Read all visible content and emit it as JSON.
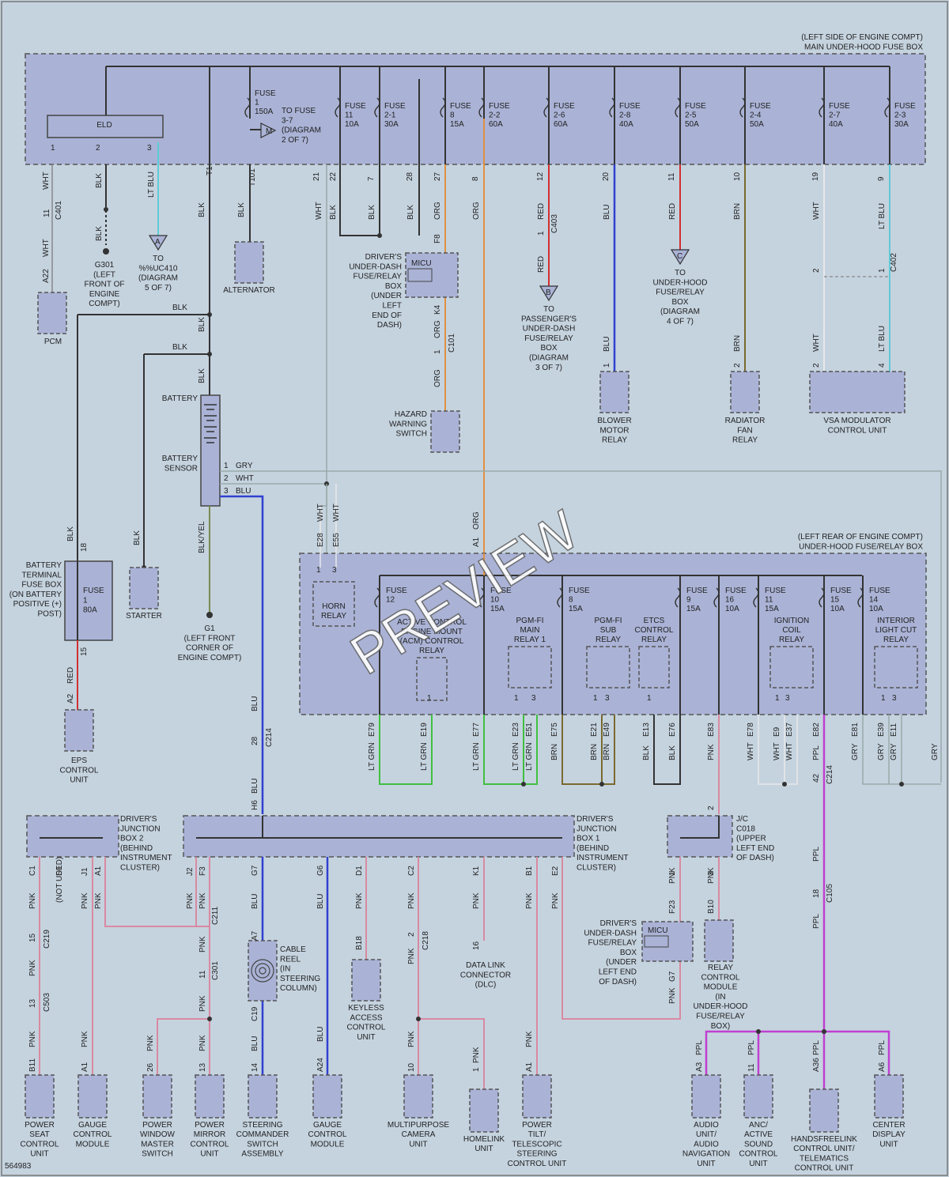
{
  "watermark": "PREVIEW",
  "doc_id": "564983",
  "boxes": {
    "main_fuse": "(LEFT SIDE OF ENGINE COMPT)|MAIN UNDER-HOOD FUSE BOX",
    "rear_fuse": "(LEFT REAR OF ENGINE COMPT)|UNDER-HOOD FUSE/RELAY BOX",
    "djb2": "DRIVER'S|JUNCTION|BOX 2|(BEHIND|INSTRUMENT|CLUSTER)",
    "djb1": "DRIVER'S|JUNCTION|BOX 1|(BEHIND|INSTRUMENT|CLUSTER)",
    "jc": "J/C|C018|(UPPER|LEFT END|OF DASH)"
  },
  "main_fuses": [
    {
      "label": "FUSE|1|150A"
    },
    {
      "label": "FUSE|11|10A"
    },
    {
      "label": "FUSE|2-1|30A"
    },
    {
      "label": "FUSE|8|15A"
    },
    {
      "label": "FUSE|2-2|60A"
    },
    {
      "label": "FUSE|2-6|60A"
    },
    {
      "label": "FUSE|2-8|40A"
    },
    {
      "label": "FUSE|2-5|50A"
    },
    {
      "label": "FUSE|2-4|50A"
    },
    {
      "label": "FUSE|2-7|40A"
    },
    {
      "label": "FUSE|2-3|30A"
    }
  ],
  "rear_fuses": [
    {
      "label": "FUSE|12"
    },
    {
      "label": "FUSE|10|15A"
    },
    {
      "label": "FUSE|8|15A"
    },
    {
      "label": "FUSE|9|15A"
    },
    {
      "label": "FUSE|16|10A"
    },
    {
      "label": "FUSE|11|15A"
    },
    {
      "label": "FUSE|15|10A"
    },
    {
      "label": "FUSE|14|10A"
    }
  ],
  "rear_relays": [
    {
      "label": "HORN|RELAY"
    },
    {
      "label": "ACTIVE CONTROL|ENGINE MOUNT|(ACM) CONTROL|RELAY"
    },
    {
      "label": "PGM-FI|MAIN|RELAY 1"
    },
    {
      "label": "PGM-FI|SUB|RELAY"
    },
    {
      "label": "ETCS|CONTROL|RELAY"
    },
    {
      "label": "IGNITION|COIL|RELAY"
    },
    {
      "label": "INTERIOR|LIGHT CUT|RELAY"
    }
  ],
  "top_labels": {
    "eld": "ELD",
    "to_fuse": "TO FUSE|3-7|(DIAGRAM|2 OF 7)",
    "pcm": "PCM",
    "g301": "G301|(LEFT|FRONT OF|ENGINE|COMPT)",
    "to_uc410": "TO|%%UC410|(DIAGRAM|5 OF 7)",
    "alternator": "ALTERNATOR",
    "driver_dash_box": "DRIVER'S|UNDER-DASH|FUSE/RELAY|BOX|(UNDER|LEFT|END OF|DASH)",
    "micu": "MICU",
    "hazard": "HAZARD|WARNING|SWITCH",
    "to_passenger": "TO|PASSENGER'S|UNDER-DASH|FUSE/RELAY|BOX|(DIAGRAM|3 OF 7)",
    "blower": "BLOWER|MOTOR|RELAY",
    "to_underhood": "TO|UNDER-HOOD|FUSE/RELAY|BOX|(DIAGRAM|4 OF 7)",
    "radiator": "RADIATOR|FAN|RELAY",
    "vsa": "VSA MODULATOR|CONTROL UNIT",
    "battery": "BATTERY",
    "battery_sensor": "BATTERY|SENSOR",
    "starter": "STARTER",
    "g1": "G1|(LEFT FRONT|CORNER OF|ENGINE COMPT)",
    "btfb": "BATTERY|TERMINAL|FUSE BOX|(ON BATTERY|POSITIVE (+)|POST)",
    "btfb_fuse": "FUSE|1|80A",
    "eps": "EPS|CONTROL|UNIT",
    "conn_a": "A",
    "conn_b": "B",
    "conn_c": "C",
    "conn_m": "M"
  },
  "bottom_labels": {
    "cable_reel": "CABLE|REEL|(IN|STEERING|COLUMN)",
    "keyless": "KEYLESS|ACCESS|CONTROL|UNIT",
    "dlc": "DATA LINK|CONNECTOR|(DLC)",
    "driver_dash_box2": "DRIVER'S|UNDER-DASH|FUSE/RELAY|BOX|(UNDER|LEFT END|OF DASH)",
    "micu2": "MICU",
    "relay_ctrl": "RELAY|CONTROL|MODULE|(IN|UNDER-HOOD|FUSE/RELAY|BOX)",
    "not_used": "(NOT USED)"
  },
  "bottom_components": [
    {
      "label": "POWER|SEAT|CONTROL|UNIT"
    },
    {
      "label": "GAUGE|CONTROL|MODULE"
    },
    {
      "label": "POWER|WINDOW|MASTER|SWITCH"
    },
    {
      "label": "POWER|MIRROR|CONTROL|UNIT"
    },
    {
      "label": "STEERING|COMMANDER|SWITCH|ASSEMBLY"
    },
    {
      "label": "GAUGE|CONTROL|MODULE"
    },
    {
      "label": "MULTIPURPOSE|CAMERA|UNIT"
    },
    {
      "label": "HOMELINK|UNIT"
    },
    {
      "label": "POWER|TILT/|TELESCOPIC|STEERING|CONTROL UNIT"
    },
    {
      "label": "AUDIO|UNIT/|AUDIO|NAVIGATION|UNIT"
    },
    {
      "label": "ANC/|ACTIVE|SOUND|CONTROL|UNIT"
    },
    {
      "label": "HANDSFREELINK|CONTROL UNIT/|TELEMATICS|CONTROL UNIT"
    },
    {
      "label": "CENTER|DISPLAY|UNIT"
    }
  ],
  "wire_labels": [
    {
      "t": "WHT"
    },
    {
      "t": "BLK"
    },
    {
      "t": "LT BLU"
    },
    {
      "t": "BLK"
    },
    {
      "t": "BLK"
    },
    {
      "t": "WHT"
    },
    {
      "t": "BLK"
    },
    {
      "t": "BLK"
    },
    {
      "t": "BLK"
    },
    {
      "t": "ORG"
    },
    {
      "t": "ORG"
    },
    {
      "t": "RED"
    },
    {
      "t": "BLU"
    },
    {
      "t": "RED"
    },
    {
      "t": "BRN"
    },
    {
      "t": "WHT"
    },
    {
      "t": "LT BLU"
    },
    {
      "t": "WHT"
    },
    {
      "t": "BLK"
    },
    {
      "t": "RED"
    },
    {
      "t": "ORG"
    },
    {
      "t": "ORG"
    },
    {
      "t": "BLU"
    },
    {
      "t": "BRN"
    },
    {
      "t": "WHT"
    },
    {
      "t": "LT BLU"
    },
    {
      "t": "BLK"
    },
    {
      "t": "BLK"
    },
    {
      "t": "BLK"
    },
    {
      "t": "BLK"
    },
    {
      "t": "BLK"
    },
    {
      "t": "BLK/YEL"
    },
    {
      "t": "RED"
    },
    {
      "t": "GRY"
    },
    {
      "t": "WHT"
    },
    {
      "t": "BLU"
    },
    {
      "t": "WHT"
    },
    {
      "t": "WHT"
    },
    {
      "t": "ORG"
    },
    {
      "t": "BLU"
    },
    {
      "t": "BLU"
    },
    {
      "t": "LT GRN"
    },
    {
      "t": "LT GRN"
    },
    {
      "t": "LT GRN"
    },
    {
      "t": "LT GRN"
    },
    {
      "t": "LT GRN"
    },
    {
      "t": "BRN"
    },
    {
      "t": "BRN"
    },
    {
      "t": "BRN"
    },
    {
      "t": "BLK"
    },
    {
      "t": "BLK"
    },
    {
      "t": "PNK"
    },
    {
      "t": "WHT"
    },
    {
      "t": "WHT"
    },
    {
      "t": "WHT"
    },
    {
      "t": "PPL"
    },
    {
      "t": "GRY"
    },
    {
      "t": "GRY"
    },
    {
      "t": "GRY"
    },
    {
      "t": "GRY"
    },
    {
      "t": "PNK"
    },
    {
      "t": "PNK"
    },
    {
      "t": "PNK"
    },
    {
      "t": "PNK"
    },
    {
      "t": "PNK"
    },
    {
      "t": "PNK"
    },
    {
      "t": "BLU"
    },
    {
      "t": "BLU"
    },
    {
      "t": "PNK"
    },
    {
      "t": "PNK"
    },
    {
      "t": "PNK"
    },
    {
      "t": "PNK"
    },
    {
      "t": "PNK"
    },
    {
      "t": "PNK"
    },
    {
      "t": "PNK"
    },
    {
      "t": "PNK"
    },
    {
      "t": "PNK"
    },
    {
      "t": "PNK"
    },
    {
      "t": "PNK"
    },
    {
      "t": "BLU"
    },
    {
      "t": "BLU"
    },
    {
      "t": "PNK"
    },
    {
      "t": "PNK"
    },
    {
      "t": "PNK"
    },
    {
      "t": "PNK"
    },
    {
      "t": "PNK"
    },
    {
      "t": "PNK"
    },
    {
      "t": "PPL"
    },
    {
      "t": "PPL"
    },
    {
      "t": "PPL"
    },
    {
      "t": "PPL"
    },
    {
      "t": "PPL"
    },
    {
      "t": "PPL"
    },
    {
      "t": "PPL"
    },
    {
      "t": "PNK"
    },
    {
      "t": "PNK"
    },
    {
      "t": "PNK"
    }
  ],
  "pin_labels": [
    {
      "t": "1"
    },
    {
      "t": "2"
    },
    {
      "t": "3"
    },
    {
      "t": "T1"
    },
    {
      "t": "T101"
    },
    {
      "t": "21"
    },
    {
      "t": "22"
    },
    {
      "t": "7"
    },
    {
      "t": "28"
    },
    {
      "t": "27"
    },
    {
      "t": "8"
    },
    {
      "t": "12"
    },
    {
      "t": "20"
    },
    {
      "t": "11"
    },
    {
      "t": "10"
    },
    {
      "t": "19"
    },
    {
      "t": "9"
    },
    {
      "t": "11"
    },
    {
      "t": "C401"
    },
    {
      "t": "A22"
    },
    {
      "t": "F8"
    },
    {
      "t": "K4"
    },
    {
      "t": "1"
    },
    {
      "t": "C101"
    },
    {
      "t": "1"
    },
    {
      "t": "C403"
    },
    {
      "t": "1"
    },
    {
      "t": "2"
    },
    {
      "t": "C402"
    },
    {
      "t": "1"
    },
    {
      "t": "2"
    },
    {
      "t": "2"
    },
    {
      "t": "4"
    },
    {
      "t": "1"
    },
    {
      "t": "2"
    },
    {
      "t": "3"
    },
    {
      "t": "E28"
    },
    {
      "t": "E55"
    },
    {
      "t": "A1"
    },
    {
      "t": "18"
    },
    {
      "t": "15"
    },
    {
      "t": "A2"
    },
    {
      "t": "1"
    },
    {
      "t": "3"
    },
    {
      "t": "1"
    },
    {
      "t": "1"
    },
    {
      "t": "3"
    },
    {
      "t": "1"
    },
    {
      "t": "3"
    },
    {
      "t": "1"
    },
    {
      "t": "1"
    },
    {
      "t": "3"
    },
    {
      "t": "1"
    },
    {
      "t": "3"
    },
    {
      "t": "E79"
    },
    {
      "t": "E19"
    },
    {
      "t": "E77"
    },
    {
      "t": "E23"
    },
    {
      "t": "E51"
    },
    {
      "t": "E75"
    },
    {
      "t": "E21"
    },
    {
      "t": "E49"
    },
    {
      "t": "E13"
    },
    {
      "t": "E76"
    },
    {
      "t": "E83"
    },
    {
      "t": "E78"
    },
    {
      "t": "E9"
    },
    {
      "t": "E37"
    },
    {
      "t": "E82"
    },
    {
      "t": "E81"
    },
    {
      "t": "E39"
    },
    {
      "t": "E11"
    },
    {
      "t": "28"
    },
    {
      "t": "C214"
    },
    {
      "t": "H6"
    },
    {
      "t": "42"
    },
    {
      "t": "C214"
    },
    {
      "t": "2"
    },
    {
      "t": "C1"
    },
    {
      "t": "D1"
    },
    {
      "t": "J1"
    },
    {
      "t": "A1"
    },
    {
      "t": "J2"
    },
    {
      "t": "F3"
    },
    {
      "t": "G7"
    },
    {
      "t": "G6"
    },
    {
      "t": "D1"
    },
    {
      "t": "C2"
    },
    {
      "t": "K1"
    },
    {
      "t": "B1"
    },
    {
      "t": "E2"
    },
    {
      "t": "1"
    },
    {
      "t": "3"
    },
    {
      "t": "15"
    },
    {
      "t": "C219"
    },
    {
      "t": "C211"
    },
    {
      "t": "11"
    },
    {
      "t": "C301"
    },
    {
      "t": "A7"
    },
    {
      "t": "C19"
    },
    {
      "t": "B18"
    },
    {
      "t": "2"
    },
    {
      "t": "C218"
    },
    {
      "t": "16"
    },
    {
      "t": "F23"
    },
    {
      "t": "B10"
    },
    {
      "t": "G7"
    },
    {
      "t": "18"
    },
    {
      "t": "C105"
    },
    {
      "t": "13"
    },
    {
      "t": "C503"
    },
    {
      "t": "B11"
    },
    {
      "t": "A1"
    },
    {
      "t": "26"
    },
    {
      "t": "13"
    },
    {
      "t": "14"
    },
    {
      "t": "A24"
    },
    {
      "t": "10"
    },
    {
      "t": "1"
    },
    {
      "t": "A1"
    },
    {
      "t": "A3"
    },
    {
      "t": "11"
    },
    {
      "t": "A36"
    },
    {
      "t": "A6"
    }
  ]
}
